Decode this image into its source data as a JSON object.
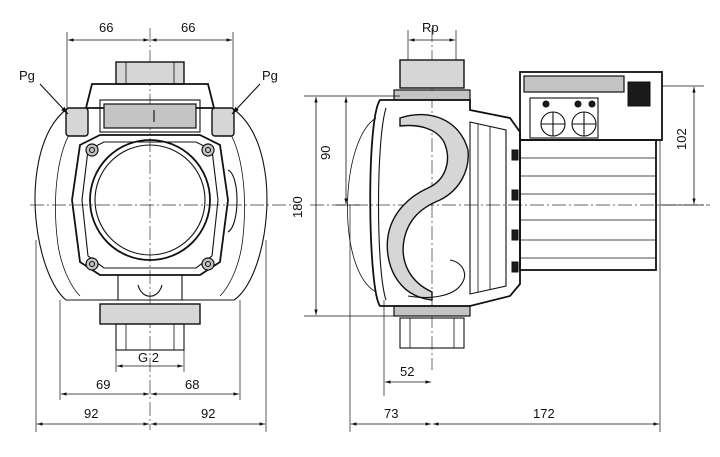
{
  "front_view": {
    "pg_left": "Pg",
    "pg_right": "Pg",
    "dim_top_left": "66",
    "dim_top_right": "66",
    "thread_label": "G 2",
    "dim_bottom_inner_left": "69",
    "dim_bottom_inner_right": "68",
    "dim_bottom_outer_left": "92",
    "dim_bottom_outer_right": "92"
  },
  "side_view": {
    "rp_label": "Rp",
    "dim_90": "90",
    "dim_180": "180",
    "dim_102": "102",
    "dim_52": "52",
    "dim_73": "73",
    "dim_172": "172"
  }
}
